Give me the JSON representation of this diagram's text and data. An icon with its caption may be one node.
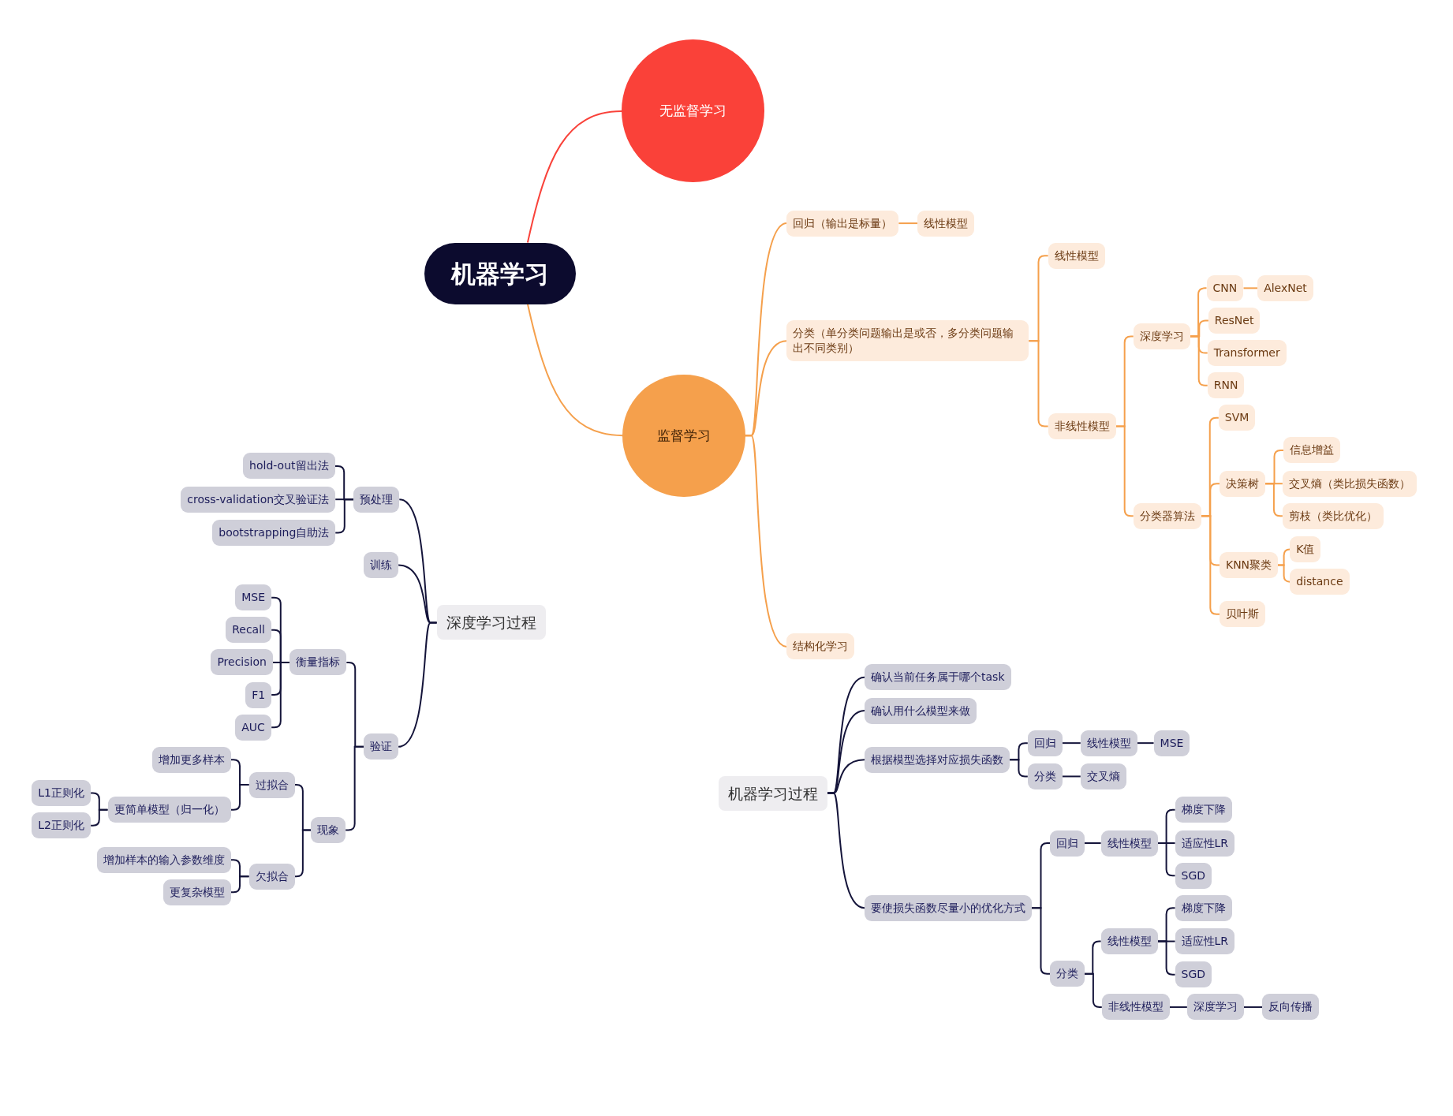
{
  "diagram": {
    "nodes": [
      {
        "text": [
          "机器学习"
        ]
      },
      {
        "text": [
          "无监督学习"
        ]
      },
      {
        "text": [
          "监督学习"
        ]
      },
      {
        "text": [
          "回归（输出是标量）"
        ]
      },
      {
        "text": [
          "线性模型"
        ]
      },
      {
        "text": [
          "分类（单分类问题输出是或否，多分类问题输出不同类别）"
        ]
      },
      {
        "text": [
          "线性模型"
        ]
      },
      {
        "text": [
          "非线性模型"
        ]
      },
      {
        "text": [
          "深度学习"
        ]
      },
      {
        "text": [
          "CNN"
        ]
      },
      {
        "text": [
          "AlexNet"
        ]
      },
      {
        "text": [
          "ResNet"
        ]
      },
      {
        "text": [
          "Transformer"
        ]
      },
      {
        "text": [
          "RNN"
        ]
      },
      {
        "text": [
          "分类器算法"
        ]
      },
      {
        "text": [
          "SVM"
        ]
      },
      {
        "text": [
          "决策树"
        ]
      },
      {
        "text": [
          "信息增益"
        ]
      },
      {
        "text": [
          "交叉熵（类比损失函数）"
        ]
      },
      {
        "text": [
          "剪枝（类比优化）"
        ]
      },
      {
        "text": [
          "KNN聚类"
        ]
      },
      {
        "text": [
          "K值"
        ]
      },
      {
        "text": [
          "distance"
        ]
      },
      {
        "text": [
          "贝叶斯"
        ]
      },
      {
        "text": [
          "结构化学习"
        ]
      },
      {
        "text": [
          "深度学习过程"
        ]
      },
      {
        "text": [
          "预处理"
        ]
      },
      {
        "text": [
          "hold-out留出法"
        ]
      },
      {
        "text": [
          "cross-validation交叉验证法"
        ]
      },
      {
        "text": [
          "bootstrapping自助法"
        ]
      },
      {
        "text": [
          "训练"
        ]
      },
      {
        "text": [
          "验证"
        ]
      },
      {
        "text": [
          "衡量指标"
        ]
      },
      {
        "text": [
          "MSE"
        ]
      },
      {
        "text": [
          "Recall"
        ]
      },
      {
        "text": [
          "Precision"
        ]
      },
      {
        "text": [
          "F1"
        ]
      },
      {
        "text": [
          "AUC"
        ]
      },
      {
        "text": [
          "现象"
        ]
      },
      {
        "text": [
          "过拟合"
        ]
      },
      {
        "text": [
          "增加更多样本"
        ]
      },
      {
        "text": [
          "更简单模型（归一化）"
        ]
      },
      {
        "text": [
          "L1正则化"
        ]
      },
      {
        "text": [
          "L2正则化"
        ]
      },
      {
        "text": [
          "欠拟合"
        ]
      },
      {
        "text": [
          "增加样本的输入参数维度"
        ]
      },
      {
        "text": [
          "更复杂模型"
        ]
      },
      {
        "text": [
          "机器学习过程"
        ]
      },
      {
        "text": [
          "确认当前任务属于哪个task"
        ]
      },
      {
        "text": [
          "确认用什么模型来做"
        ]
      },
      {
        "text": [
          "根据模型选择对应损失函数"
        ]
      },
      {
        "text": [
          "回归"
        ]
      },
      {
        "text": [
          "线性模型"
        ]
      },
      {
        "text": [
          "MSE"
        ]
      },
      {
        "text": [
          "分类"
        ]
      },
      {
        "text": [
          "交叉熵"
        ]
      },
      {
        "text": [
          "要使损失函数尽量小的优化方式"
        ]
      },
      {
        "text": [
          "回归"
        ]
      },
      {
        "text": [
          "线性模型"
        ]
      },
      {
        "text": [
          "梯度下降"
        ]
      },
      {
        "text": [
          "适应性LR"
        ]
      },
      {
        "text": [
          "SGD"
        ]
      },
      {
        "text": [
          "分类"
        ]
      },
      {
        "text": [
          "线性模型"
        ]
      },
      {
        "text": [
          "梯度下降"
        ]
      },
      {
        "text": [
          "适应性LR"
        ]
      },
      {
        "text": [
          "SGD"
        ]
      },
      {
        "text": [
          "非线性模型"
        ]
      },
      {
        "text": [
          "深度学习"
        ]
      },
      {
        "text": [
          "反向传播"
        ]
      }
    ],
    "edges": [
      {
        "from": 0,
        "to": 1,
        "arrow": "none",
        "color": "#f9423a"
      },
      {
        "from": 0,
        "to": 2,
        "arrow": "none",
        "color": "#f5a04c"
      },
      {
        "from": 2,
        "to": 3,
        "arrow": "none",
        "color": "#f5a04c"
      },
      {
        "from": 3,
        "to": 4,
        "arrow": "none",
        "color": "#f5a04c"
      },
      {
        "from": 2,
        "to": 5,
        "arrow": "none",
        "color": "#f5a04c"
      },
      {
        "from": 5,
        "to": 6,
        "arrow": "none",
        "color": "#f5a04c"
      },
      {
        "from": 5,
        "to": 7,
        "arrow": "none",
        "color": "#f5a04c"
      },
      {
        "from": 7,
        "to": 8,
        "arrow": "none",
        "color": "#f5a04c"
      },
      {
        "from": 8,
        "to": 9,
        "arrow": "none",
        "color": "#f5a04c"
      },
      {
        "from": 9,
        "to": 10,
        "arrow": "none",
        "color": "#f5a04c"
      },
      {
        "from": 8,
        "to": 11,
        "arrow": "none",
        "color": "#f5a04c"
      },
      {
        "from": 8,
        "to": 12,
        "arrow": "none",
        "color": "#f5a04c"
      },
      {
        "from": 8,
        "to": 13,
        "arrow": "none",
        "color": "#f5a04c"
      },
      {
        "from": 7,
        "to": 14,
        "arrow": "none",
        "color": "#f5a04c"
      },
      {
        "from": 14,
        "to": 15,
        "arrow": "none",
        "color": "#f5a04c"
      },
      {
        "from": 14,
        "to": 16,
        "arrow": "none",
        "color": "#f5a04c"
      },
      {
        "from": 16,
        "to": 17,
        "arrow": "none",
        "color": "#f5a04c"
      },
      {
        "from": 16,
        "to": 18,
        "arrow": "none",
        "color": "#f5a04c"
      },
      {
        "from": 16,
        "to": 19,
        "arrow": "none",
        "color": "#f5a04c"
      },
      {
        "from": 14,
        "to": 20,
        "arrow": "none",
        "color": "#f5a04c"
      },
      {
        "from": 20,
        "to": 21,
        "arrow": "none",
        "color": "#f5a04c"
      },
      {
        "from": 20,
        "to": 22,
        "arrow": "none",
        "color": "#f5a04c"
      },
      {
        "from": 14,
        "to": 23,
        "arrow": "none",
        "color": "#f5a04c"
      },
      {
        "from": 2,
        "to": 24,
        "arrow": "none",
        "color": "#f5a04c"
      },
      {
        "from": 25,
        "to": 26,
        "arrow": "none"
      },
      {
        "from": 26,
        "to": 27,
        "arrow": "none"
      },
      {
        "from": 26,
        "to": 28,
        "arrow": "none"
      },
      {
        "from": 26,
        "to": 29,
        "arrow": "none"
      },
      {
        "from": 25,
        "to": 30,
        "arrow": "none"
      },
      {
        "from": 25,
        "to": 31,
        "arrow": "none"
      },
      {
        "from": 31,
        "to": 32,
        "arrow": "none"
      },
      {
        "from": 32,
        "to": 33,
        "arrow": "none"
      },
      {
        "from": 32,
        "to": 34,
        "arrow": "none"
      },
      {
        "from": 32,
        "to": 35,
        "arrow": "none"
      },
      {
        "from": 32,
        "to": 36,
        "arrow": "none"
      },
      {
        "from": 32,
        "to": 37,
        "arrow": "none"
      },
      {
        "from": 31,
        "to": 38,
        "arrow": "none"
      },
      {
        "from": 38,
        "to": 39,
        "arrow": "none"
      },
      {
        "from": 39,
        "to": 40,
        "arrow": "none"
      },
      {
        "from": 39,
        "to": 41,
        "arrow": "none"
      },
      {
        "from": 41,
        "to": 42,
        "arrow": "none"
      },
      {
        "from": 41,
        "to": 43,
        "arrow": "none"
      },
      {
        "from": 38,
        "to": 44,
        "arrow": "none"
      },
      {
        "from": 44,
        "to": 45,
        "arrow": "none"
      },
      {
        "from": 44,
        "to": 46,
        "arrow": "none"
      },
      {
        "from": 47,
        "to": 48,
        "arrow": "none"
      },
      {
        "from": 47,
        "to": 49,
        "arrow": "none"
      },
      {
        "from": 47,
        "to": 50,
        "arrow": "none"
      },
      {
        "from": 50,
        "to": 51,
        "arrow": "none"
      },
      {
        "from": 51,
        "to": 52,
        "arrow": "none"
      },
      {
        "from": 52,
        "to": 53,
        "arrow": "none"
      },
      {
        "from": 50,
        "to": 54,
        "arrow": "none"
      },
      {
        "from": 54,
        "to": 55,
        "arrow": "none"
      },
      {
        "from": 47,
        "to": 56,
        "arrow": "none"
      },
      {
        "from": 56,
        "to": 57,
        "arrow": "none"
      },
      {
        "from": 57,
        "to": 58,
        "arrow": "none"
      },
      {
        "from": 58,
        "to": 59,
        "arrow": "none"
      },
      {
        "from": 58,
        "to": 60,
        "arrow": "none"
      },
      {
        "from": 58,
        "to": 61,
        "arrow": "none"
      },
      {
        "from": 56,
        "to": 62,
        "arrow": "none"
      },
      {
        "from": 62,
        "to": 63,
        "arrow": "none"
      },
      {
        "from": 63,
        "to": 64,
        "arrow": "none"
      },
      {
        "from": 63,
        "to": 65,
        "arrow": "none"
      },
      {
        "from": 63,
        "to": 66,
        "arrow": "none"
      },
      {
        "from": 62,
        "to": 67,
        "arrow": "none"
      },
      {
        "from": 67,
        "to": 68,
        "arrow": "none"
      },
      {
        "from": 68,
        "to": 69,
        "arrow": "none"
      }
    ]
  }
}
